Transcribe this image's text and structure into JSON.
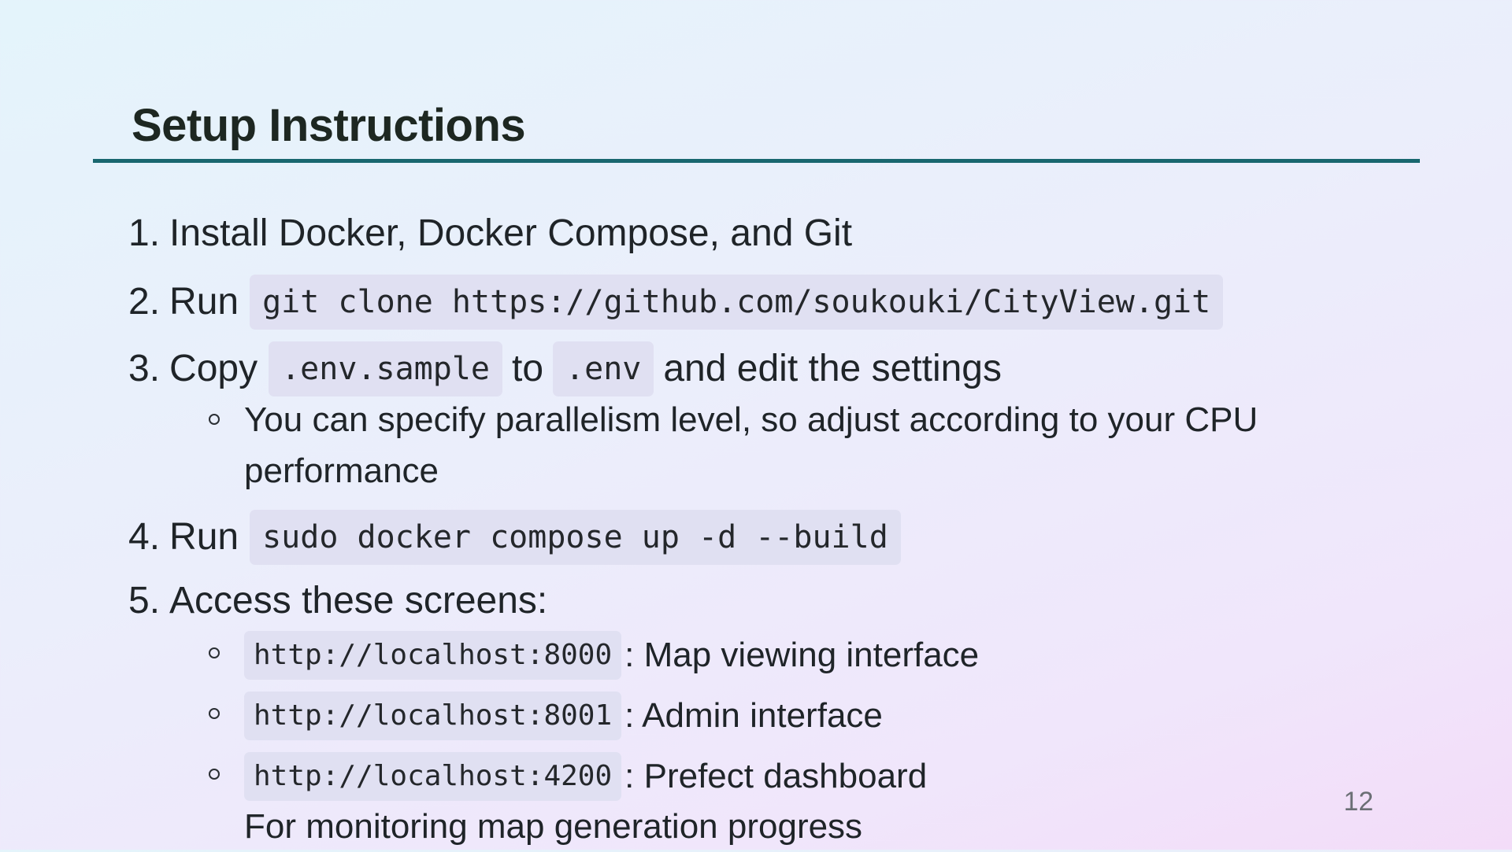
{
  "title": "Setup Instructions",
  "steps": [
    {
      "num": "1.",
      "text": "Install Docker, Docker Compose, and Git"
    },
    {
      "num": "2.",
      "prefix": "Run",
      "code": "git clone https://github.com/soukouki/CityView.git"
    },
    {
      "num": "3.",
      "prefix": "Copy",
      "code1": ".env.sample",
      "middle": "to",
      "code2": ".env",
      "suffix": "and edit the settings",
      "note_line1": "You can specify parallelism level, so adjust according to your CPU",
      "note_line2": "performance"
    },
    {
      "num": "4.",
      "prefix": "Run",
      "code": "sudo docker compose up -d --build"
    },
    {
      "num": "5.",
      "text": "Access these screens:"
    }
  ],
  "screens": [
    {
      "url": "http://localhost:8000",
      "desc": ": Map viewing interface"
    },
    {
      "url": "http://localhost:8001",
      "desc": ": Admin interface"
    },
    {
      "url": "http://localhost:4200",
      "desc": ": Prefect dashboard"
    }
  ],
  "prefect_note": "For monitoring map generation progress",
  "page_number": "12"
}
